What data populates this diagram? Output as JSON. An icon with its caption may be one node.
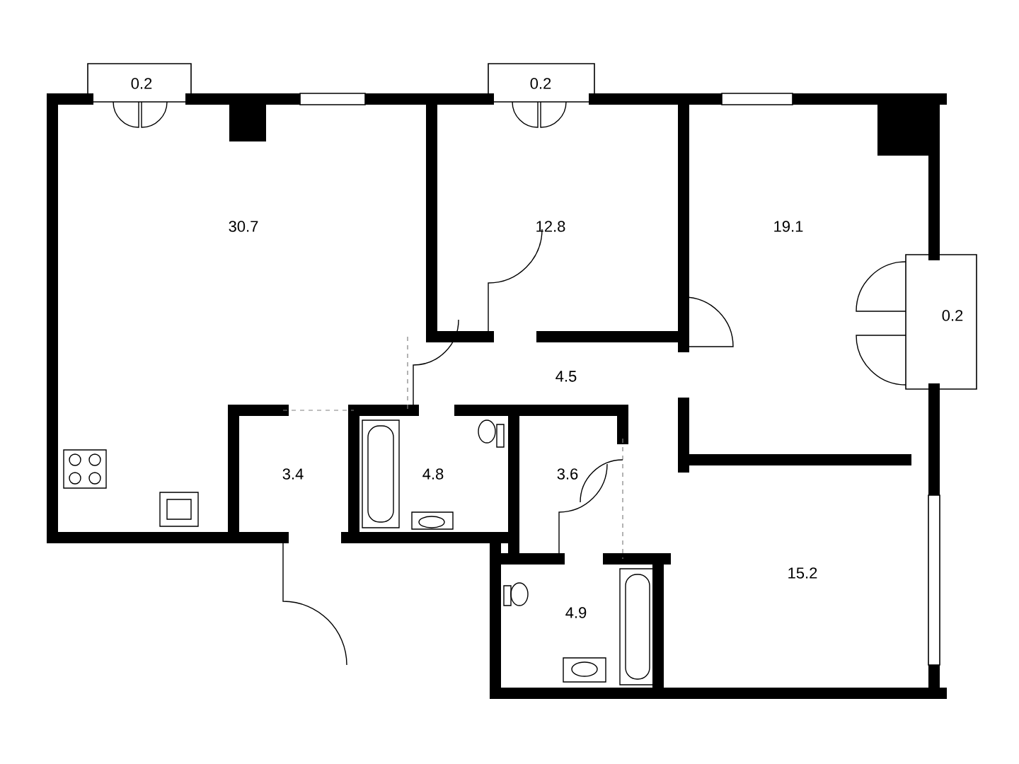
{
  "diagram": {
    "labels": [
      "0.2",
      "0.2",
      "30.7",
      "12.8",
      "19.1",
      "0.2",
      "4.5",
      "3.4",
      "4.8",
      "3.6",
      "4.9",
      "15.2"
    ]
  }
}
